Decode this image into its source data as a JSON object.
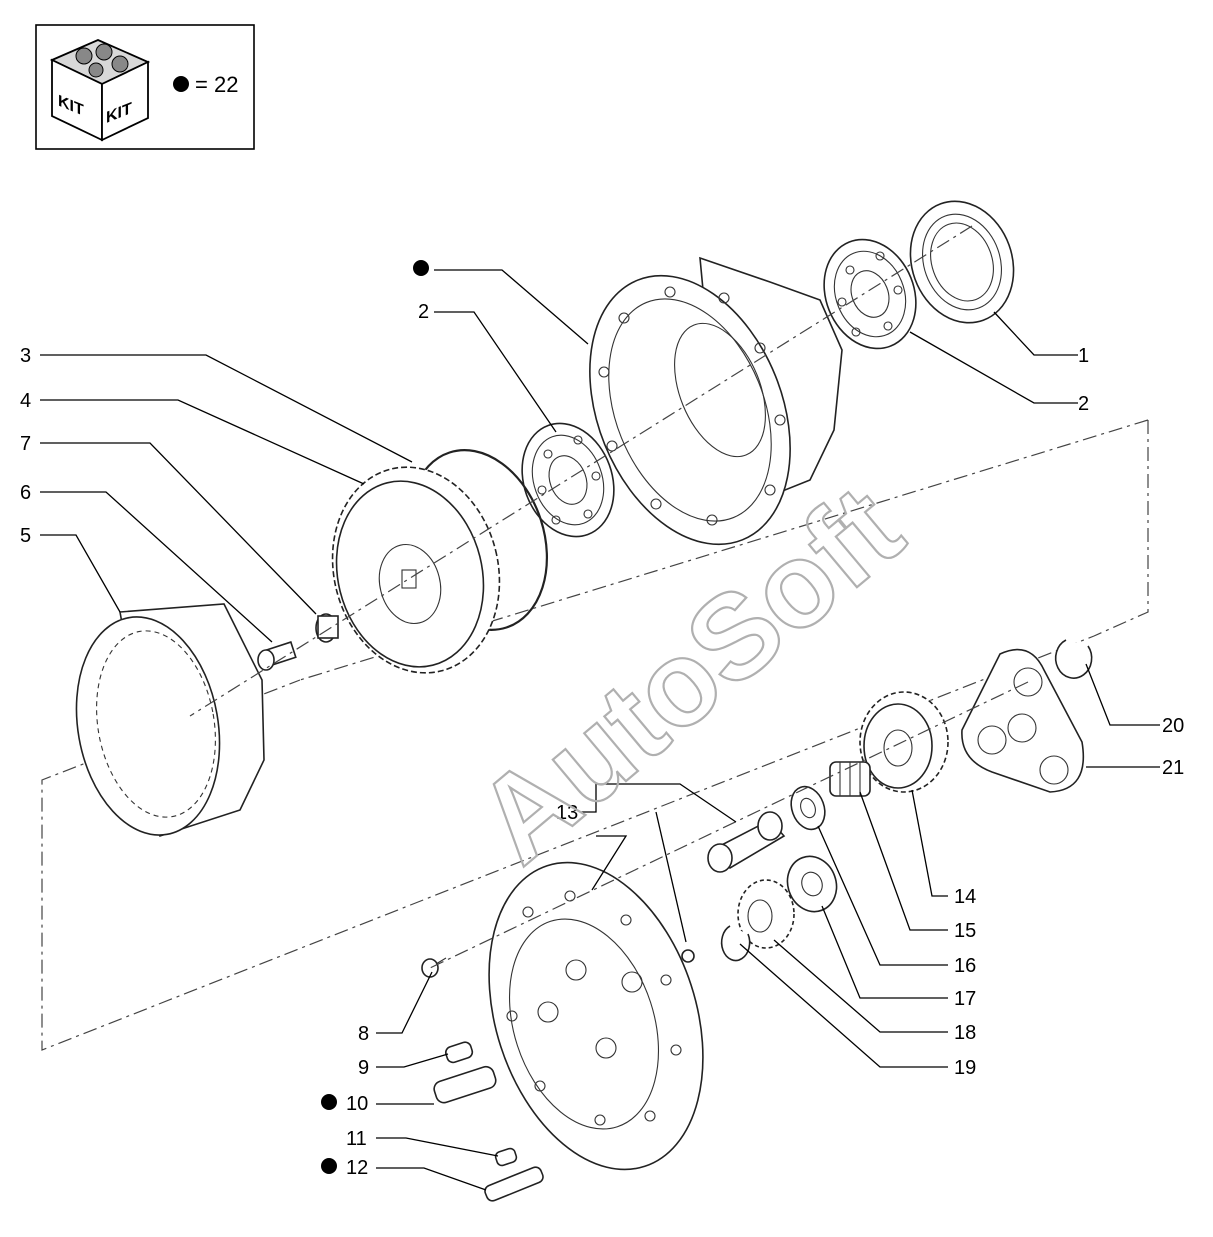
{
  "kit_legend": {
    "badge_text_left": "KIT",
    "badge_text_right": "KIT",
    "equals_text": "= 22"
  },
  "watermark": "AutoSoft",
  "callouts": [
    {
      "id": "1",
      "text": "1"
    },
    {
      "id": "2a",
      "text": "2"
    },
    {
      "id": "2b",
      "text": "2"
    },
    {
      "id": "3",
      "text": "3"
    },
    {
      "id": "4",
      "text": "4"
    },
    {
      "id": "5",
      "text": "5"
    },
    {
      "id": "6",
      "text": "6"
    },
    {
      "id": "7",
      "text": "7"
    },
    {
      "id": "8",
      "text": "8"
    },
    {
      "id": "9",
      "text": "9"
    },
    {
      "id": "10",
      "text": "10"
    },
    {
      "id": "11",
      "text": "11"
    },
    {
      "id": "12",
      "text": "12"
    },
    {
      "id": "13",
      "text": "13"
    },
    {
      "id": "14",
      "text": "14"
    },
    {
      "id": "15",
      "text": "15"
    },
    {
      "id": "16",
      "text": "16"
    },
    {
      "id": "17",
      "text": "17"
    },
    {
      "id": "18",
      "text": "18"
    },
    {
      "id": "19",
      "text": "19"
    },
    {
      "id": "20",
      "text": "20"
    },
    {
      "id": "21",
      "text": "21"
    }
  ]
}
